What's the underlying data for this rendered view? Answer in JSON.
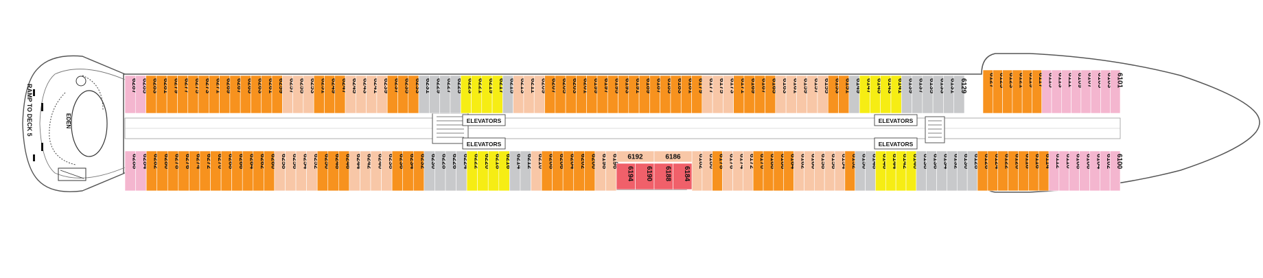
{
  "deck": {
    "ramp_label": "RAMP TO DECK 5",
    "venue_label": "EDEN",
    "elevator_label": "ELEVATORS",
    "colors": {
      "pink": "#f4b6cf",
      "orange": "#f7921e",
      "peach": "#f8c7a7",
      "gray": "#c8c9cb",
      "yellow": "#f6ed14",
      "red": "#f0606a",
      "outline": "#555555",
      "corridor": "#ffffff"
    }
  },
  "cabins": {
    "aft_top": [
      {
        "n": "6287",
        "c": "pink"
      },
      {
        "n": "6285",
        "c": "pink"
      },
      {
        "n": "6283",
        "c": "orange"
      },
      {
        "n": "6281",
        "c": "orange"
      },
      {
        "n": "6279",
        "c": "orange"
      },
      {
        "n": "6277",
        "c": "orange"
      },
      {
        "n": "6275",
        "c": "orange"
      },
      {
        "n": "6273",
        "c": "orange"
      },
      {
        "n": "6271",
        "c": "orange"
      },
      {
        "n": "6269",
        "c": "orange"
      },
      {
        "n": "6267",
        "c": "orange"
      },
      {
        "n": "6265",
        "c": "orange"
      },
      {
        "n": "6263",
        "c": "orange"
      },
      {
        "n": "6261",
        "c": "orange"
      },
      {
        "n": "6259",
        "c": "orange"
      },
      {
        "n": "6257",
        "c": "peach"
      },
      {
        "n": "6255",
        "c": "peach"
      },
      {
        "n": "6253",
        "c": "peach"
      },
      {
        "n": "6251",
        "c": "orange"
      },
      {
        "n": "6249",
        "c": "orange"
      },
      {
        "n": "6247",
        "c": "orange"
      },
      {
        "n": "6245",
        "c": "peach"
      },
      {
        "n": "6243",
        "c": "peach"
      },
      {
        "n": "6241",
        "c": "peach"
      },
      {
        "n": "6239",
        "c": "peach"
      },
      {
        "n": "6237",
        "c": "orange"
      },
      {
        "n": "6235",
        "c": "orange"
      },
      {
        "n": "6233",
        "c": "orange"
      },
      {
        "n": "6231",
        "c": "gray"
      },
      {
        "n": "6229",
        "c": "gray"
      },
      {
        "n": "6227",
        "c": "gray"
      },
      {
        "n": "6225",
        "c": "gray"
      },
      {
        "n": "6223",
        "c": "yellow"
      },
      {
        "n": "6221",
        "c": "yellow"
      },
      {
        "n": "6219",
        "c": "yellow"
      },
      {
        "n": "6217",
        "c": "yellow"
      },
      {
        "n": "6215",
        "c": "gray"
      },
      {
        "n": "6213",
        "c": "peach"
      },
      {
        "n": "6211",
        "c": "peach"
      },
      {
        "n": "6209",
        "c": "peach"
      },
      {
        "n": "6207",
        "c": "orange"
      },
      {
        "n": "6205",
        "c": "orange"
      },
      {
        "n": "6203",
        "c": "orange"
      },
      {
        "n": "6201",
        "c": "orange"
      },
      {
        "n": "6199",
        "c": "orange"
      },
      {
        "n": "6197",
        "c": "orange"
      },
      {
        "n": "6195",
        "c": "orange"
      },
      {
        "n": "6193",
        "c": "orange"
      },
      {
        "n": "6191",
        "c": "orange"
      },
      {
        "n": "6189",
        "c": "orange"
      },
      {
        "n": "6187",
        "c": "orange"
      },
      {
        "n": "6185",
        "c": "orange"
      },
      {
        "n": "6183",
        "c": "orange"
      },
      {
        "n": "6181",
        "c": "orange"
      },
      {
        "n": "6179",
        "c": "orange"
      },
      {
        "n": "6177",
        "c": "peach"
      },
      {
        "n": "6175",
        "c": "peach"
      },
      {
        "n": "6173",
        "c": "peach"
      },
      {
        "n": "6171",
        "c": "orange"
      },
      {
        "n": "6169",
        "c": "orange"
      },
      {
        "n": "6167",
        "c": "orange"
      },
      {
        "n": "6165",
        "c": "orange"
      },
      {
        "n": "6163",
        "c": "peach"
      },
      {
        "n": "6161",
        "c": "peach"
      },
      {
        "n": "6159",
        "c": "peach"
      },
      {
        "n": "6157",
        "c": "peach"
      },
      {
        "n": "6155",
        "c": "peach"
      },
      {
        "n": "6153",
        "c": "orange"
      },
      {
        "n": "6151",
        "c": "orange"
      },
      {
        "n": "6149",
        "c": "gray"
      },
      {
        "n": "6147",
        "c": "yellow"
      },
      {
        "n": "6145",
        "c": "yellow"
      },
      {
        "n": "6143",
        "c": "yellow"
      },
      {
        "n": "6141",
        "c": "yellow"
      },
      {
        "n": "6139",
        "c": "gray"
      },
      {
        "n": "6137",
        "c": "gray"
      },
      {
        "n": "6135",
        "c": "gray"
      },
      {
        "n": "6133",
        "c": "gray"
      },
      {
        "n": "6131",
        "c": "gray"
      },
      {
        "n": "6129",
        "c": "gray"
      }
    ],
    "fwd_top": [
      {
        "n": "6127",
        "c": "orange"
      },
      {
        "n": "6125",
        "c": "orange"
      },
      {
        "n": "6123",
        "c": "orange"
      },
      {
        "n": "6121",
        "c": "orange"
      },
      {
        "n": "6119",
        "c": "orange"
      },
      {
        "n": "6117",
        "c": "orange"
      },
      {
        "n": "6115",
        "c": "pink"
      },
      {
        "n": "6113",
        "c": "pink"
      },
      {
        "n": "6111",
        "c": "pink"
      },
      {
        "n": "6109",
        "c": "pink"
      },
      {
        "n": "6107",
        "c": "pink"
      },
      {
        "n": "6105",
        "c": "pink"
      },
      {
        "n": "6103",
        "c": "pink"
      },
      {
        "n": "6101",
        "c": "pink"
      }
    ],
    "aft_bottom": [
      {
        "n": "6288",
        "c": "pink"
      },
      {
        "n": "6284",
        "c": "pink"
      },
      {
        "n": "6282",
        "c": "orange"
      },
      {
        "n": "6280",
        "c": "orange"
      },
      {
        "n": "6278",
        "c": "orange"
      },
      {
        "n": "6276",
        "c": "orange"
      },
      {
        "n": "6274",
        "c": "orange"
      },
      {
        "n": "6272",
        "c": "orange"
      },
      {
        "n": "6270",
        "c": "orange"
      },
      {
        "n": "6268",
        "c": "orange"
      },
      {
        "n": "6266",
        "c": "orange"
      },
      {
        "n": "6264",
        "c": "orange"
      },
      {
        "n": "6262",
        "c": "orange"
      },
      {
        "n": "6260",
        "c": "orange"
      },
      {
        "n": "6258",
        "c": "peach"
      },
      {
        "n": "6256",
        "c": "peach"
      },
      {
        "n": "6254",
        "c": "peach"
      },
      {
        "n": "6252",
        "c": "peach"
      },
      {
        "n": "6250",
        "c": "orange"
      },
      {
        "n": "6248",
        "c": "orange"
      },
      {
        "n": "6246",
        "c": "orange"
      },
      {
        "n": "6244",
        "c": "peach"
      },
      {
        "n": "6242",
        "c": "peach"
      },
      {
        "n": "6240",
        "c": "peach"
      },
      {
        "n": "6238",
        "c": "peach"
      },
      {
        "n": "6236",
        "c": "orange"
      },
      {
        "n": "6234",
        "c": "orange"
      },
      {
        "n": "6232",
        "c": "orange"
      },
      {
        "n": "6230",
        "c": "gray"
      },
      {
        "n": "6228",
        "c": "gray"
      },
      {
        "n": "6226",
        "c": "gray"
      },
      {
        "n": "6224",
        "c": "gray"
      },
      {
        "n": "6222",
        "c": "yellow"
      },
      {
        "n": "6220",
        "c": "yellow"
      },
      {
        "n": "6218",
        "c": "yellow"
      },
      {
        "n": "6216",
        "c": "yellow"
      },
      {
        "n": "6214",
        "c": "gray"
      },
      {
        "n": "6212",
        "c": "gray"
      },
      {
        "n": "6210",
        "c": "peach"
      },
      {
        "n": "6208",
        "c": "orange"
      },
      {
        "n": "6206",
        "c": "orange"
      },
      {
        "n": "6204",
        "c": "orange"
      },
      {
        "n": "6202",
        "c": "orange"
      },
      {
        "n": "6200",
        "c": "orange"
      },
      {
        "n": "6198",
        "c": "peach"
      },
      {
        "n": "6196",
        "c": "peach"
      }
    ],
    "mid_top": [
      {
        "n": "6192",
        "c": "peach"
      },
      {
        "n": "6186",
        "c": "peach"
      }
    ],
    "mid_suites": [
      {
        "n": "6194",
        "c": "red"
      },
      {
        "n": "6190",
        "c": "red"
      },
      {
        "n": "6188",
        "c": "red"
      },
      {
        "n": "6184",
        "c": "red"
      }
    ],
    "fwd_bottom": [
      {
        "n": "6182",
        "c": "peach"
      },
      {
        "n": "6180",
        "c": "peach"
      },
      {
        "n": "6178",
        "c": "orange"
      },
      {
        "n": "6176",
        "c": "peach"
      },
      {
        "n": "6174",
        "c": "peach"
      },
      {
        "n": "6172",
        "c": "peach"
      },
      {
        "n": "6170",
        "c": "orange"
      },
      {
        "n": "6168",
        "c": "orange"
      },
      {
        "n": "6166",
        "c": "orange"
      },
      {
        "n": "6164",
        "c": "orange"
      },
      {
        "n": "6162",
        "c": "peach"
      },
      {
        "n": "6160",
        "c": "peach"
      },
      {
        "n": "6158",
        "c": "peach"
      },
      {
        "n": "6156",
        "c": "peach"
      },
      {
        "n": "6154",
        "c": "peach"
      },
      {
        "n": "6152",
        "c": "orange"
      },
      {
        "n": "6150",
        "c": "gray"
      },
      {
        "n": "6148",
        "c": "gray"
      },
      {
        "n": "6146",
        "c": "yellow"
      },
      {
        "n": "6144",
        "c": "yellow"
      },
      {
        "n": "6142",
        "c": "yellow"
      },
      {
        "n": "6140",
        "c": "yellow"
      },
      {
        "n": "6138",
        "c": "gray"
      },
      {
        "n": "6136",
        "c": "gray"
      },
      {
        "n": "6134",
        "c": "gray"
      },
      {
        "n": "6132",
        "c": "gray"
      },
      {
        "n": "6130",
        "c": "gray"
      },
      {
        "n": "6128",
        "c": "gray"
      },
      {
        "n": "6126",
        "c": "orange"
      },
      {
        "n": "6124",
        "c": "orange"
      },
      {
        "n": "6122",
        "c": "orange"
      },
      {
        "n": "6120",
        "c": "orange"
      },
      {
        "n": "6118",
        "c": "orange"
      },
      {
        "n": "6116",
        "c": "orange"
      },
      {
        "n": "6114",
        "c": "orange"
      },
      {
        "n": "6112",
        "c": "pink"
      },
      {
        "n": "6110",
        "c": "pink"
      },
      {
        "n": "6108",
        "c": "pink"
      },
      {
        "n": "6106",
        "c": "pink"
      },
      {
        "n": "6104",
        "c": "pink"
      },
      {
        "n": "6102",
        "c": "pink"
      },
      {
        "n": "6100",
        "c": "pink"
      }
    ]
  }
}
